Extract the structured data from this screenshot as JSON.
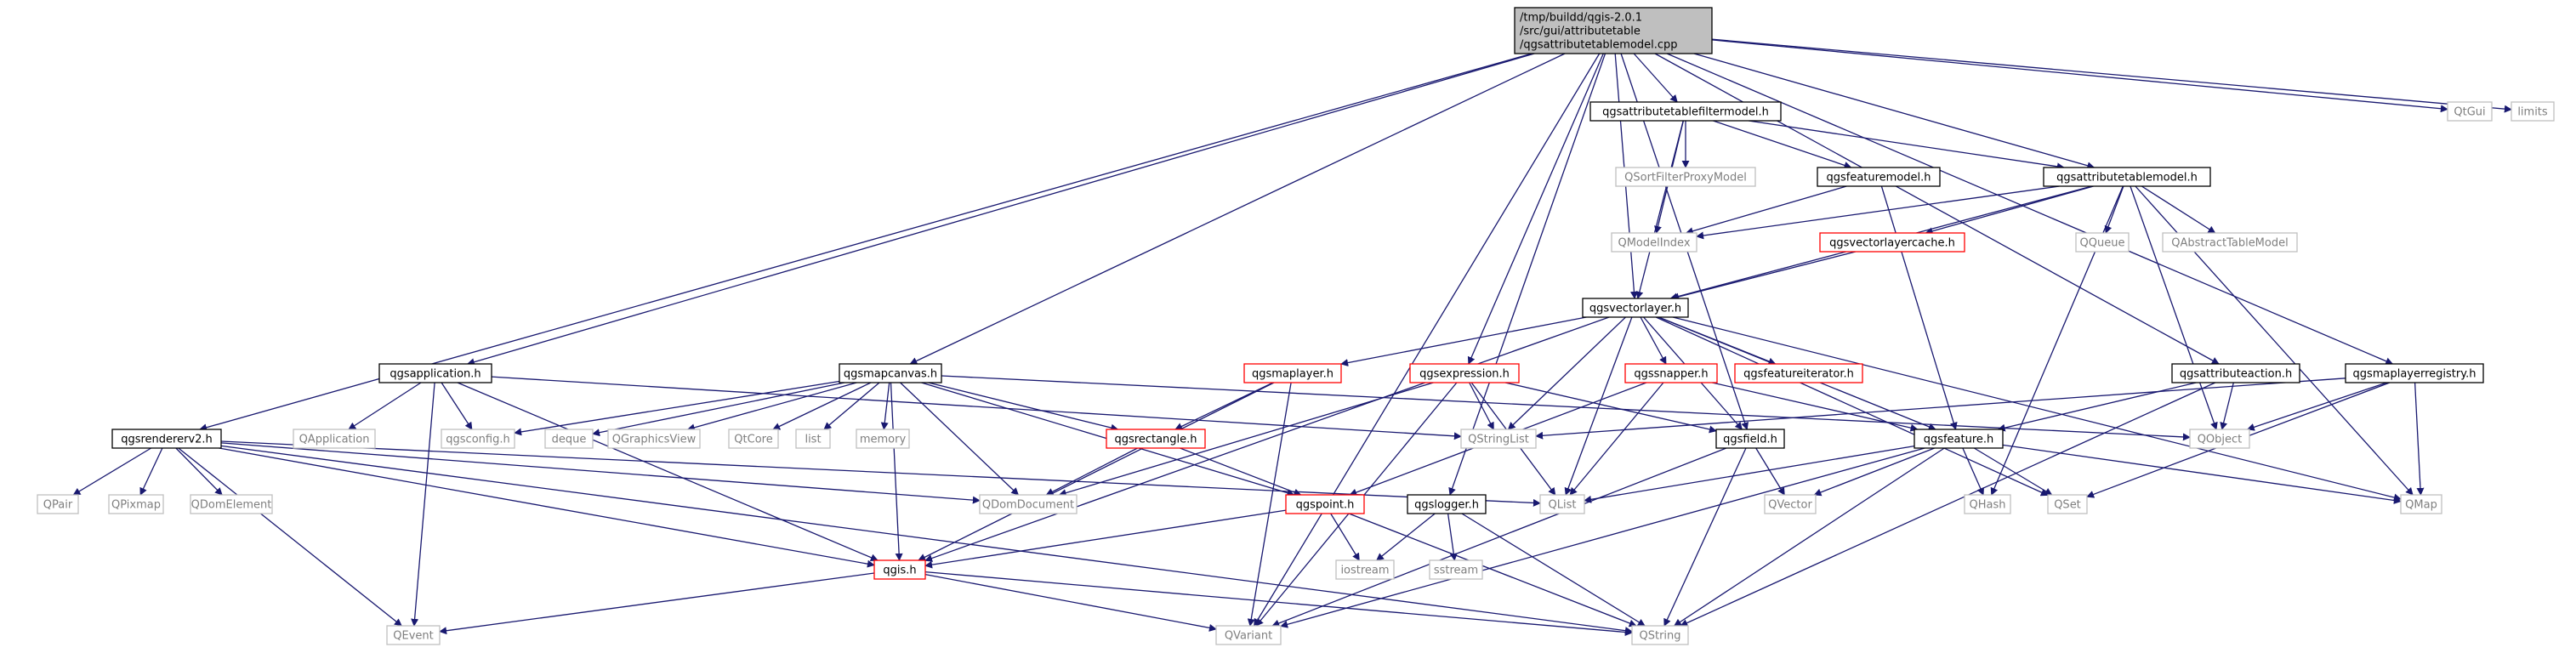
{
  "colors": {
    "background": "#ffffff",
    "edge": "#191970",
    "node_fill": "#ffffff",
    "node_text": "#000000",
    "root_fill": "#bfbfbf",
    "border_normal": "#000000",
    "border_incomplete": "#ff0000",
    "border_external": "#bfbfbf",
    "text_external": "#7f7f7f"
  },
  "nodes": [
    {
      "id": "root",
      "kind": "root",
      "lines": [
        "/tmp/buildd/qgis-2.0.1",
        "/src/gui/attributetable",
        "/qgsattributetablemodel.cpp"
      ]
    },
    {
      "id": "filtermodel",
      "kind": "normal",
      "lines": [
        "qgsattributetablefiltermodel.h"
      ]
    },
    {
      "id": "qtgui",
      "kind": "external",
      "lines": [
        "QtGui"
      ]
    },
    {
      "id": "limits",
      "kind": "external",
      "lines": [
        "limits"
      ]
    },
    {
      "id": "sortfilter",
      "kind": "external",
      "lines": [
        "QSortFilterProxyModel"
      ]
    },
    {
      "id": "featuremodel",
      "kind": "normal",
      "lines": [
        "qgsfeaturemodel.h"
      ]
    },
    {
      "id": "tablemodel_h",
      "kind": "normal",
      "lines": [
        "qgsattributetablemodel.h"
      ]
    },
    {
      "id": "qmodelindex",
      "kind": "external",
      "lines": [
        "QModelIndex"
      ]
    },
    {
      "id": "vlcache",
      "kind": "incomplete",
      "lines": [
        "qgsvectorlayercache.h"
      ]
    },
    {
      "id": "qqueue",
      "kind": "external",
      "lines": [
        "QQueue"
      ]
    },
    {
      "id": "qabstracttable",
      "kind": "external",
      "lines": [
        "QAbstractTableModel"
      ]
    },
    {
      "id": "vectorlayer",
      "kind": "normal",
      "lines": [
        "qgsvectorlayer.h"
      ]
    },
    {
      "id": "application",
      "kind": "normal",
      "lines": [
        "qgsapplication.h"
      ]
    },
    {
      "id": "mapcanvas",
      "kind": "normal",
      "lines": [
        "qgsmapcanvas.h"
      ]
    },
    {
      "id": "maplayer",
      "kind": "incomplete",
      "lines": [
        "qgsmaplayer.h"
      ]
    },
    {
      "id": "expression",
      "kind": "incomplete",
      "lines": [
        "qgsexpression.h"
      ]
    },
    {
      "id": "snapper",
      "kind": "incomplete",
      "lines": [
        "qgssnapper.h"
      ]
    },
    {
      "id": "featureiterator",
      "kind": "incomplete",
      "lines": [
        "qgsfeatureiterator.h"
      ]
    },
    {
      "id": "attributeaction",
      "kind": "normal",
      "lines": [
        "qgsattributeaction.h"
      ]
    },
    {
      "id": "registry",
      "kind": "normal",
      "lines": [
        "qgsmaplayerregistry.h"
      ]
    },
    {
      "id": "rendererv2",
      "kind": "normal",
      "lines": [
        "qgsrendererv2.h"
      ]
    },
    {
      "id": "qapplication",
      "kind": "external",
      "lines": [
        "QApplication"
      ]
    },
    {
      "id": "qgsconfig",
      "kind": "external",
      "lines": [
        "qgsconfig.h"
      ]
    },
    {
      "id": "deque",
      "kind": "external",
      "lines": [
        "deque"
      ]
    },
    {
      "id": "qgraphicsview",
      "kind": "external",
      "lines": [
        "QGraphicsView"
      ]
    },
    {
      "id": "qtcore",
      "kind": "external",
      "lines": [
        "QtCore"
      ]
    },
    {
      "id": "list",
      "kind": "external",
      "lines": [
        "list"
      ]
    },
    {
      "id": "memory",
      "kind": "external",
      "lines": [
        "memory"
      ]
    },
    {
      "id": "rectangle",
      "kind": "incomplete",
      "lines": [
        "qgsrectangle.h"
      ]
    },
    {
      "id": "qstringlist",
      "kind": "external",
      "lines": [
        "QStringList"
      ]
    },
    {
      "id": "field",
      "kind": "normal",
      "lines": [
        "qgsfield.h"
      ]
    },
    {
      "id": "feature",
      "kind": "normal",
      "lines": [
        "qgsfeature.h"
      ]
    },
    {
      "id": "qobject",
      "kind": "external",
      "lines": [
        "QObject"
      ]
    },
    {
      "id": "qpair",
      "kind": "external",
      "lines": [
        "QPair"
      ]
    },
    {
      "id": "qpixmap",
      "kind": "external",
      "lines": [
        "QPixmap"
      ]
    },
    {
      "id": "qdomelement",
      "kind": "external",
      "lines": [
        "QDomElement"
      ]
    },
    {
      "id": "qdomdocument",
      "kind": "external",
      "lines": [
        "QDomDocument"
      ]
    },
    {
      "id": "point",
      "kind": "incomplete",
      "lines": [
        "qgspoint.h"
      ]
    },
    {
      "id": "logger",
      "kind": "normal",
      "lines": [
        "qgslogger.h"
      ]
    },
    {
      "id": "qlist",
      "kind": "external",
      "lines": [
        "QList"
      ]
    },
    {
      "id": "qvector",
      "kind": "external",
      "lines": [
        "QVector"
      ]
    },
    {
      "id": "qhash",
      "kind": "external",
      "lines": [
        "QHash"
      ]
    },
    {
      "id": "qset",
      "kind": "external",
      "lines": [
        "QSet"
      ]
    },
    {
      "id": "qmap",
      "kind": "external",
      "lines": [
        "QMap"
      ]
    },
    {
      "id": "qgis",
      "kind": "incomplete",
      "lines": [
        "qgis.h"
      ]
    },
    {
      "id": "iostream",
      "kind": "external",
      "lines": [
        "iostream"
      ]
    },
    {
      "id": "sstream",
      "kind": "external",
      "lines": [
        "sstream"
      ]
    },
    {
      "id": "qevent",
      "kind": "external",
      "lines": [
        "QEvent"
      ]
    },
    {
      "id": "qvariant",
      "kind": "external",
      "lines": [
        "QVariant"
      ]
    },
    {
      "id": "qstring",
      "kind": "external",
      "lines": [
        "QString"
      ]
    }
  ],
  "edges": [
    [
      "root",
      "filtermodel"
    ],
    [
      "root",
      "qtgui"
    ],
    [
      "root",
      "limits"
    ],
    [
      "root",
      "tablemodel_h"
    ],
    [
      "root",
      "vectorlayer"
    ],
    [
      "root",
      "application"
    ],
    [
      "root",
      "mapcanvas"
    ],
    [
      "root",
      "expression"
    ],
    [
      "root",
      "logger"
    ],
    [
      "root",
      "field"
    ],
    [
      "root",
      "attributeaction"
    ],
    [
      "root",
      "registry"
    ],
    [
      "root",
      "rendererv2"
    ],
    [
      "root",
      "qvariant"
    ],
    [
      "filtermodel",
      "sortfilter"
    ],
    [
      "filtermodel",
      "featuremodel"
    ],
    [
      "filtermodel",
      "tablemodel_h"
    ],
    [
      "filtermodel",
      "qmodelindex"
    ],
    [
      "filtermodel",
      "vectorlayer"
    ],
    [
      "featuremodel",
      "qmodelindex"
    ],
    [
      "featuremodel",
      "feature"
    ],
    [
      "tablemodel_h",
      "qmodelindex"
    ],
    [
      "tablemodel_h",
      "vlcache"
    ],
    [
      "tablemodel_h",
      "qqueue"
    ],
    [
      "tablemodel_h",
      "qabstracttable"
    ],
    [
      "tablemodel_h",
      "vectorlayer"
    ],
    [
      "tablemodel_h",
      "qobject"
    ],
    [
      "tablemodel_h",
      "qhash"
    ],
    [
      "tablemodel_h",
      "qmap"
    ],
    [
      "vlcache",
      "vectorlayer"
    ],
    [
      "vectorlayer",
      "maplayer"
    ],
    [
      "vectorlayer",
      "snapper"
    ],
    [
      "vectorlayer",
      "featureiterator"
    ],
    [
      "vectorlayer",
      "qstringlist"
    ],
    [
      "vectorlayer",
      "field"
    ],
    [
      "vectorlayer",
      "feature"
    ],
    [
      "vectorlayer",
      "qlist"
    ],
    [
      "vectorlayer",
      "qset"
    ],
    [
      "vectorlayer",
      "qmap"
    ],
    [
      "vectorlayer",
      "qgis"
    ],
    [
      "application",
      "qapplication"
    ],
    [
      "application",
      "qgsconfig"
    ],
    [
      "application",
      "qstringlist"
    ],
    [
      "application",
      "qevent"
    ],
    [
      "application",
      "qgis"
    ],
    [
      "mapcanvas",
      "qgsconfig"
    ],
    [
      "mapcanvas",
      "deque"
    ],
    [
      "mapcanvas",
      "qgraphicsview"
    ],
    [
      "mapcanvas",
      "qtcore"
    ],
    [
      "mapcanvas",
      "list"
    ],
    [
      "mapcanvas",
      "memory"
    ],
    [
      "mapcanvas",
      "rectangle"
    ],
    [
      "mapcanvas",
      "qdomdocument"
    ],
    [
      "mapcanvas",
      "point"
    ],
    [
      "mapcanvas",
      "qgis"
    ],
    [
      "mapcanvas",
      "qobject"
    ],
    [
      "maplayer",
      "rectangle"
    ],
    [
      "maplayer",
      "qgis"
    ],
    [
      "maplayer",
      "qvariant"
    ],
    [
      "expression",
      "qstringlist"
    ],
    [
      "expression",
      "qdomdocument"
    ],
    [
      "expression",
      "field"
    ],
    [
      "expression",
      "qvariant"
    ],
    [
      "expression",
      "qlist"
    ],
    [
      "snapper",
      "point"
    ],
    [
      "snapper",
      "feature"
    ],
    [
      "snapper",
      "qlist"
    ],
    [
      "attributeaction",
      "feature"
    ],
    [
      "attributeaction",
      "qobject"
    ],
    [
      "attributeaction",
      "qstring"
    ],
    [
      "registry",
      "qstringlist"
    ],
    [
      "registry",
      "qobject"
    ],
    [
      "registry",
      "qset"
    ],
    [
      "registry",
      "qmap"
    ],
    [
      "rendererv2",
      "qpair"
    ],
    [
      "rendererv2",
      "qpixmap"
    ],
    [
      "rendererv2",
      "qdomelement"
    ],
    [
      "rendererv2",
      "qdomdocument"
    ],
    [
      "rendererv2",
      "qgis"
    ],
    [
      "rendererv2",
      "qevent"
    ],
    [
      "rendererv2",
      "qlist"
    ],
    [
      "rendererv2",
      "qstring"
    ],
    [
      "rectangle",
      "point"
    ],
    [
      "rectangle",
      "qdomdocument"
    ],
    [
      "field",
      "qvector"
    ],
    [
      "field",
      "qstring"
    ],
    [
      "field",
      "qvariant"
    ],
    [
      "feature",
      "qlist"
    ],
    [
      "feature",
      "qvector"
    ],
    [
      "feature",
      "qhash"
    ],
    [
      "feature",
      "qset"
    ],
    [
      "feature",
      "qmap"
    ],
    [
      "feature",
      "qstring"
    ],
    [
      "feature",
      "qvariant"
    ],
    [
      "point",
      "iostream"
    ],
    [
      "point",
      "qgis"
    ],
    [
      "point",
      "qstring"
    ],
    [
      "logger",
      "iostream"
    ],
    [
      "logger",
      "sstream"
    ],
    [
      "logger",
      "qstring"
    ],
    [
      "qgis",
      "qevent"
    ],
    [
      "qgis",
      "qvariant"
    ],
    [
      "qgis",
      "qstring"
    ]
  ]
}
